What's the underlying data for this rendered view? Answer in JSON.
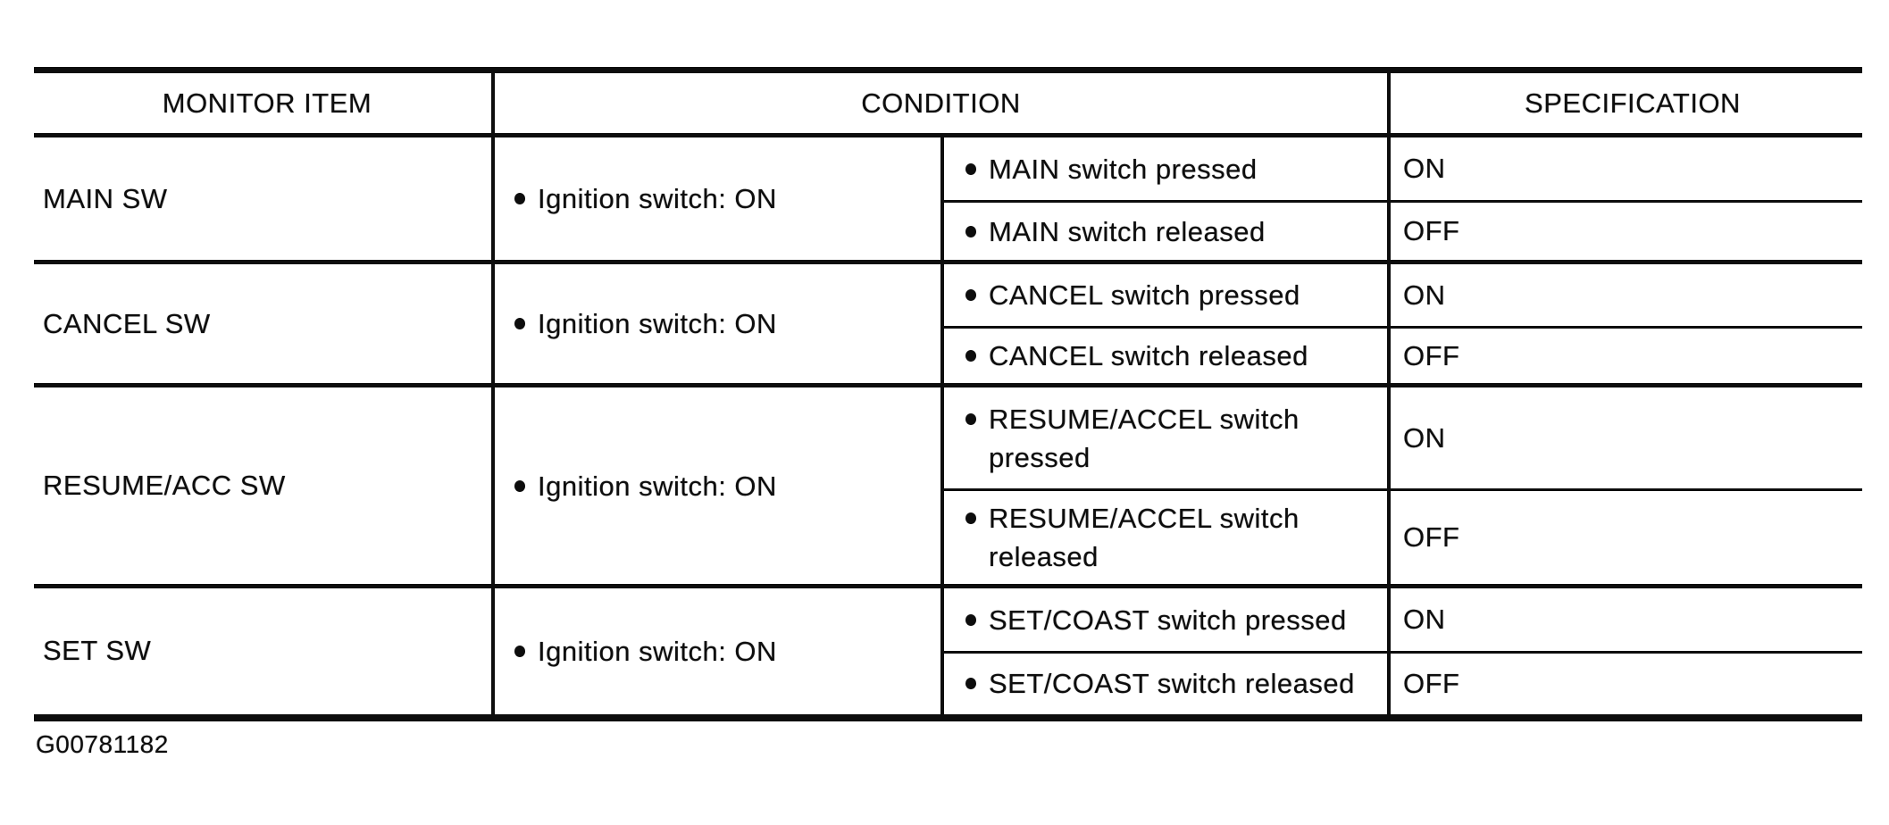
{
  "colors": {
    "ink": "#0d0d0d",
    "background": "#ffffff"
  },
  "table": {
    "headers": {
      "monitor_item": "MONITOR ITEM",
      "condition": "CONDITION",
      "specification": "SPECIFICATION"
    },
    "rows": [
      {
        "item": "MAIN SW",
        "condition": "Ignition switch: ON",
        "subconditions": [
          {
            "label": "MAIN switch pressed",
            "spec": "ON"
          },
          {
            "label": "MAIN switch released",
            "spec": "OFF"
          }
        ]
      },
      {
        "item": "CANCEL SW",
        "condition": "Ignition switch: ON",
        "subconditions": [
          {
            "label": "CANCEL switch pressed",
            "spec": "ON"
          },
          {
            "label": "CANCEL switch released",
            "spec": "OFF"
          }
        ]
      },
      {
        "item": "RESUME/ACC SW",
        "condition": "Ignition switch: ON",
        "subconditions": [
          {
            "label": "RESUME/ACCEL switch pressed",
            "spec": "ON"
          },
          {
            "label": "RESUME/ACCEL switch released",
            "spec": "OFF"
          }
        ]
      },
      {
        "item": "SET SW",
        "condition": "Ignition switch: ON",
        "subconditions": [
          {
            "label": "SET/COAST switch pressed",
            "spec": "ON"
          },
          {
            "label": "SET/COAST switch released",
            "spec": "OFF"
          }
        ]
      }
    ]
  },
  "footer": {
    "figure_id": "G00781182"
  }
}
